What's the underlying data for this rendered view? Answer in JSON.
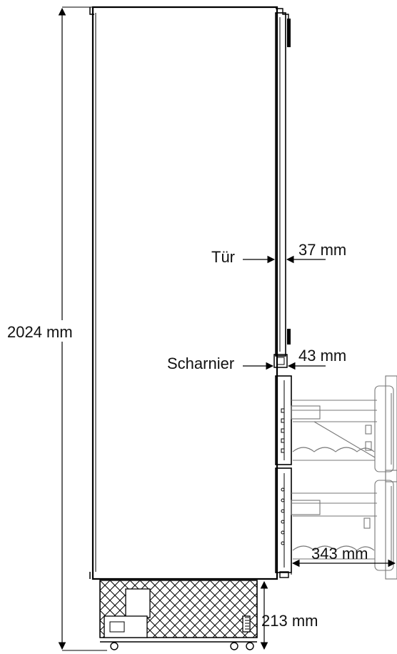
{
  "labels": {
    "height_total": "2024 mm",
    "door_label": "Tür",
    "door_depth": "37 mm",
    "hinge_label": "Scharnier",
    "hinge_depth": "43 mm",
    "drawer_extension": "343 mm",
    "plinth_height": "213 mm"
  },
  "colors": {
    "line": "#000000",
    "text": "#111111",
    "background": "#ffffff"
  }
}
